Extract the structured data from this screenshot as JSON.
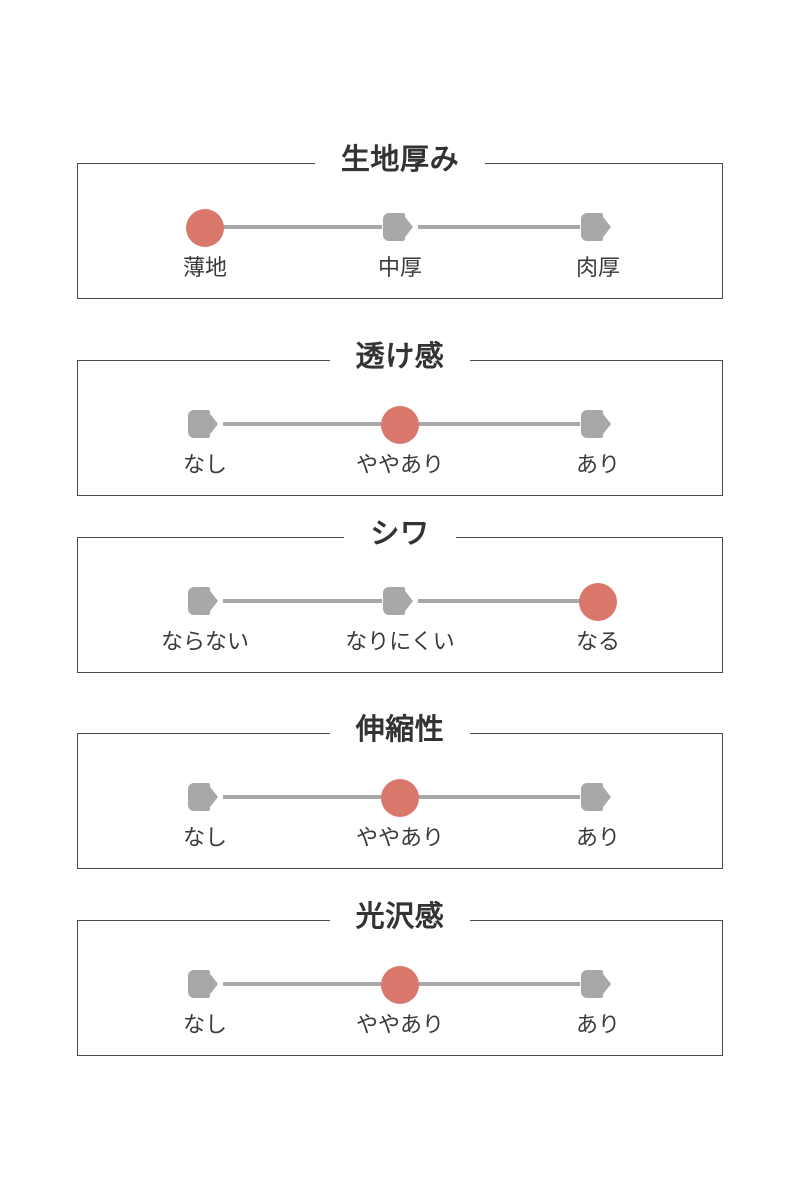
{
  "theme": {
    "background": "#ffffff",
    "panel_border": "#4a4a4a",
    "title_color": "#333333",
    "label_color": "#3a3a3a",
    "track_color": "#a8a8a8",
    "marker_inactive": "#a8a8a8",
    "marker_active": "#d9776b"
  },
  "panels": [
    {
      "title": "生地厚み",
      "active_index": 0,
      "stops": [
        {
          "label": "薄地",
          "active": true,
          "marker": "circle-marker"
        },
        {
          "label": "中厚",
          "active": false,
          "marker": "tag-marker"
        },
        {
          "label": "肉厚",
          "active": false,
          "marker": "tag-marker"
        }
      ]
    },
    {
      "title": "透け感",
      "active_index": 1,
      "stops": [
        {
          "label": "なし",
          "active": false,
          "marker": "tag-marker"
        },
        {
          "label": "ややあり",
          "active": true,
          "marker": "circle-marker"
        },
        {
          "label": "あり",
          "active": false,
          "marker": "tag-marker"
        }
      ]
    },
    {
      "title": "シワ",
      "active_index": 2,
      "stops": [
        {
          "label": "ならない",
          "active": false,
          "marker": "tag-marker"
        },
        {
          "label": "なりにくい",
          "active": false,
          "marker": "tag-marker"
        },
        {
          "label": "なる",
          "active": true,
          "marker": "circle-marker"
        }
      ]
    },
    {
      "title": "伸縮性",
      "active_index": 1,
      "stops": [
        {
          "label": "なし",
          "active": false,
          "marker": "tag-marker"
        },
        {
          "label": "ややあり",
          "active": true,
          "marker": "circle-marker"
        },
        {
          "label": "あり",
          "active": false,
          "marker": "tag-marker"
        }
      ]
    },
    {
      "title": "光沢感",
      "active_index": 1,
      "stops": [
        {
          "label": "なし",
          "active": false,
          "marker": "tag-marker"
        },
        {
          "label": "ややあり",
          "active": true,
          "marker": "circle-marker"
        },
        {
          "label": "あり",
          "active": false,
          "marker": "tag-marker"
        }
      ]
    }
  ]
}
